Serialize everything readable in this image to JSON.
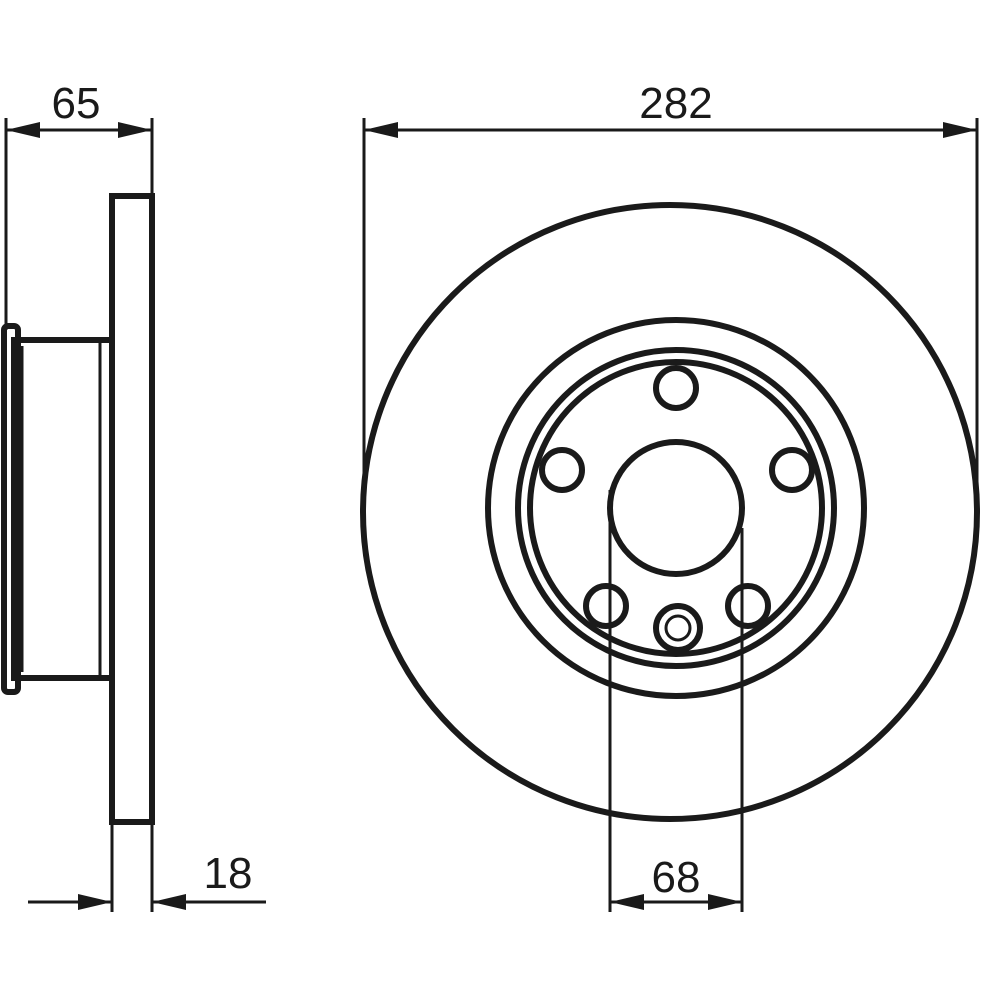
{
  "dimensions": {
    "offset_depth": "65",
    "outer_diameter": "282",
    "disc_thickness": "18",
    "center_bore": "68"
  },
  "colors": {
    "line": "#1a1a1a",
    "background": "#ffffff"
  }
}
